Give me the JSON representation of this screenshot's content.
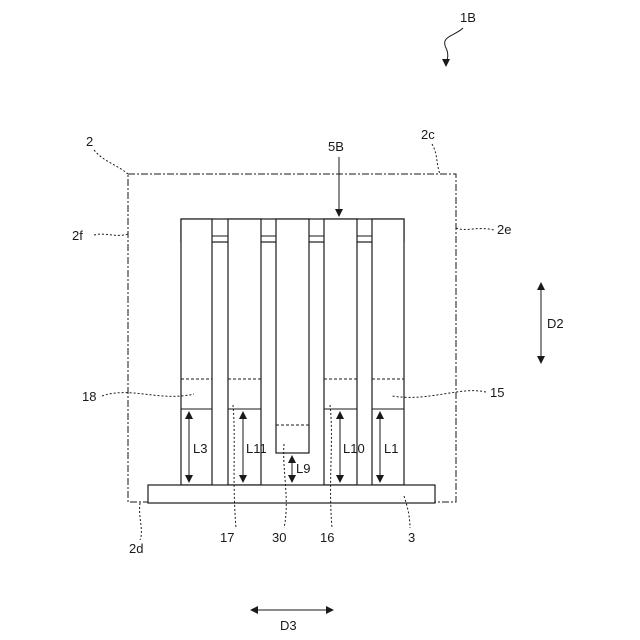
{
  "labels": {
    "fig": "1B",
    "housing": "2",
    "top_edge": "2c",
    "bottom_edge": "2d",
    "right_edge": "2e",
    "left_edge": "2f",
    "assembly": "5B",
    "base": "3",
    "contact_15": "15",
    "contact_16": "16",
    "contact_17": "17",
    "contact_18": "18",
    "center": "30",
    "dir_vertical": "D2",
    "dir_horizontal": "D3"
  },
  "dimensions": {
    "l1": "L1",
    "l3": "L3",
    "l9": "L9",
    "l10": "L10",
    "l11": "L11"
  }
}
